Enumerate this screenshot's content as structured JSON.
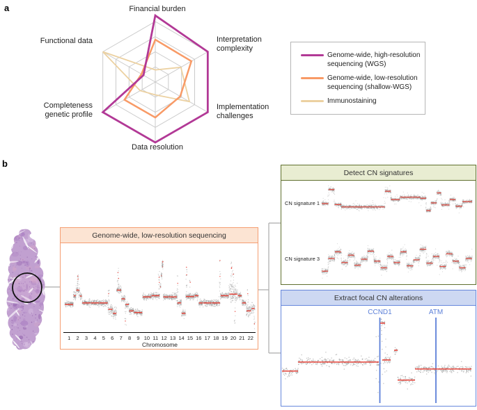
{
  "panel_a": {
    "label": "a"
  },
  "panel_b": {
    "label": "b"
  },
  "style": {
    "connector_color": "#ababab",
    "grid_color": "#cbcbcb",
    "point_color": "#8f8f8f",
    "segment_color": "#e8473d",
    "orange_box": {
      "border": "#f59e72",
      "header_fill": "#fce4d3"
    },
    "green_box": {
      "border": "#60702f",
      "header_fill": "#e9edd2"
    },
    "blue_box": {
      "border": "#6687dc",
      "header_fill": "#cdd8f2",
      "gene_line_color": "#5b7fd8"
    },
    "tissue": {
      "base": "#c1a0d0",
      "dark": "#a678bf",
      "darker": "#8c59a8",
      "light": "#dcc6e6",
      "pink": "#d4a6c8",
      "circle_color": "#111111"
    }
  },
  "chart_data": [
    {
      "type": "radar",
      "categories": [
        "Financial burden",
        "Interpretation\ncomplexity",
        "Implementation\nchallenges",
        "Data resolution",
        "Completeness\ngenetic profile",
        "Functional data"
      ],
      "max": 4,
      "rings": 4,
      "series": [
        {
          "name": "Genome-wide, high-resolution sequencing (WGS)",
          "color": "#b23996",
          "values": [
            4.4,
            4,
            4,
            4,
            4,
            0.9
          ]
        },
        {
          "name": "Genome-wide, low-resolution sequencing (shallow-WGS)",
          "color": "#f89a66",
          "values": [
            2.8,
            2.75,
            1.9,
            2.35,
            2.35,
            1.05
          ]
        },
        {
          "name": "Immunostaining",
          "color": "#ecd1a1",
          "values": [
            0.8,
            1.95,
            2.6,
            0.85,
            1.15,
            4
          ]
        }
      ]
    },
    {
      "type": "scatter",
      "id": "genome",
      "title": "Genome-wide, low-resolution sequencing",
      "xlabel": "Chromosome",
      "categories": [
        "1",
        "2",
        "3",
        "4",
        "5",
        "6",
        "7",
        "8",
        "9",
        "10",
        "11",
        "12",
        "13",
        "14",
        "15",
        "16",
        "17",
        "18",
        "19",
        "20",
        "21",
        "22"
      ],
      "chromosomes": [
        {
          "chr": "1",
          "segments": [
            [
              0,
              1,
              0.68
            ]
          ],
          "spikes": []
        },
        {
          "chr": "2",
          "sd": 0.05,
          "segments": [
            [
              0,
              0.3,
              0.57
            ],
            [
              0.3,
              0.72,
              0.5
            ],
            [
              0.72,
              1,
              0.575
            ]
          ],
          "spikes": [
            [
              0.5,
              0.3,
              18,
              2
            ]
          ]
        },
        {
          "chr": "3",
          "segments": [
            [
              0,
              1,
              0.66
            ]
          ],
          "spikes": []
        },
        {
          "chr": "4",
          "segments": [
            [
              0,
              1,
              0.66
            ]
          ],
          "spikes": []
        },
        {
          "chr": "5",
          "segments": [
            [
              0,
              1,
              0.66
            ]
          ],
          "spikes": []
        },
        {
          "chr": "6",
          "sd": 0.055,
          "segments": [
            [
              0,
              0.55,
              0.74
            ],
            [
              0.55,
              1,
              0.79
            ]
          ],
          "spikes": [
            [
              0.08,
              0.45,
              12,
              1
            ]
          ]
        },
        {
          "chr": "7",
          "segments": [
            [
              0,
              0.55,
              0.5
            ],
            [
              0.55,
              1,
              0.61
            ]
          ],
          "spikes": [
            [
              0.2,
              0.24,
              16,
              2
            ]
          ]
        },
        {
          "chr": "8",
          "segments": [
            [
              0,
              0.45,
              0.68
            ],
            [
              0.45,
              1,
              0.76
            ]
          ],
          "spikes": [
            [
              0.02,
              0.95,
              10,
              1
            ]
          ]
        },
        {
          "chr": "9",
          "segments": [
            [
              0,
              1,
              0.78
            ]
          ],
          "spikes": []
        },
        {
          "chr": "10",
          "segments": [
            [
              0,
              1,
              0.585
            ]
          ],
          "spikes": []
        },
        {
          "chr": "11",
          "segments": [
            [
              0,
              1,
              0.57
            ]
          ],
          "spikes": [
            [
              0.92,
              0.25,
              14,
              2
            ]
          ]
        },
        {
          "chr": "12",
          "segments": [
            [
              0,
              0.13,
              0.46
            ],
            [
              0.13,
              0.26,
              0.32
            ],
            [
              0.26,
              0.38,
              0.21
            ],
            [
              0.38,
              1,
              0.585
            ]
          ],
          "spikes": [
            [
              0.32,
              0.13,
              14,
              2
            ]
          ]
        },
        {
          "chr": "13",
          "segments": [
            [
              0,
              1,
              0.585
            ]
          ],
          "spikes": []
        },
        {
          "chr": "14",
          "segments": [
            [
              0,
              0.5,
              0.66
            ],
            [
              0.5,
              1,
              0.79
            ]
          ],
          "spikes": [
            [
              0.02,
              0.3,
              12,
              1
            ]
          ]
        },
        {
          "chr": "15",
          "segments": [
            [
              0,
              1,
              0.58
            ]
          ],
          "spikes": [
            [
              0.1,
              0.13,
              14,
              2
            ],
            [
              0.5,
              0.35,
              8,
              1
            ]
          ]
        },
        {
          "chr": "16",
          "segments": [
            [
              0,
              0.5,
              0.57
            ],
            [
              0.5,
              1,
              0.66
            ]
          ],
          "spikes": []
        },
        {
          "chr": "17",
          "segments": [
            [
              0,
              1,
              0.66
            ]
          ],
          "spikes": []
        },
        {
          "chr": "18",
          "segments": [
            [
              0,
              1,
              0.66
            ]
          ],
          "spikes": [
            [
              0.96,
              0.1,
              14,
              2
            ]
          ]
        },
        {
          "chr": "19",
          "segments": [
            [
              0,
              1,
              0.57
            ]
          ],
          "spikes": []
        },
        {
          "chr": "20",
          "sd": 0.1,
          "segments": [
            [
              0,
              1,
              0.55
            ]
          ],
          "spikes": [
            [
              0.3,
              0.1,
              14,
              2
            ],
            [
              0.7,
              0.95,
              10,
              1
            ],
            [
              0.5,
              0.25,
              10,
              1
            ]
          ]
        },
        {
          "chr": "21",
          "segments": [
            [
              0,
              0.5,
              0.57
            ],
            [
              0.5,
              1,
              0.66
            ]
          ],
          "spikes": []
        },
        {
          "chr": "22",
          "sd": 0.055,
          "segments": [
            [
              0,
              0.6,
              0.76
            ],
            [
              0.6,
              1,
              0.73
            ]
          ],
          "spikes": [
            [
              0.95,
              0.97,
              8,
              1
            ],
            [
              0.2,
              0.45,
              8,
              1
            ]
          ]
        }
      ]
    },
    {
      "type": "scatter",
      "id": "signatures",
      "title": "Detect CN signatures",
      "tracks": [
        {
          "label": "CN signature 1",
          "sd": 2.0,
          "segments": [
            [
              0,
              0.045,
              0.52
            ],
            [
              0.045,
              0.085,
              0.1
            ],
            [
              0.085,
              0.13,
              0.55
            ],
            [
              0.13,
              0.42,
              0.62
            ],
            [
              0.42,
              0.46,
              0.15
            ],
            [
              0.46,
              0.52,
              0.4
            ],
            [
              0.52,
              0.655,
              0.33
            ],
            [
              0.655,
              0.695,
              0.36
            ],
            [
              0.695,
              0.725,
              0.73
            ],
            [
              0.725,
              0.765,
              0.5
            ],
            [
              0.765,
              0.795,
              0.2
            ],
            [
              0.795,
              0.85,
              0.56
            ],
            [
              0.85,
              0.89,
              0.4
            ],
            [
              0.89,
              0.935,
              0.6
            ],
            [
              0.935,
              1,
              0.46
            ]
          ]
        },
        {
          "label": "CN signature 3",
          "sd": 3.0,
          "segments": [
            [
              0,
              0.043,
              0.88
            ],
            [
              0.043,
              0.087,
              0.5
            ],
            [
              0.087,
              0.13,
              0.3
            ],
            [
              0.13,
              0.174,
              0.62
            ],
            [
              0.174,
              0.217,
              0.4
            ],
            [
              0.217,
              0.261,
              0.7
            ],
            [
              0.261,
              0.304,
              0.52
            ],
            [
              0.304,
              0.348,
              0.28
            ],
            [
              0.348,
              0.391,
              0.58
            ],
            [
              0.391,
              0.435,
              0.78
            ],
            [
              0.435,
              0.478,
              0.44
            ],
            [
              0.478,
              0.522,
              0.62
            ],
            [
              0.522,
              0.565,
              0.3
            ],
            [
              0.565,
              0.609,
              0.72
            ],
            [
              0.609,
              0.652,
              0.54
            ],
            [
              0.652,
              0.696,
              0.22
            ],
            [
              0.696,
              0.739,
              0.64
            ],
            [
              0.739,
              0.783,
              0.44
            ],
            [
              0.783,
              0.826,
              0.74
            ],
            [
              0.826,
              0.87,
              0.36
            ],
            [
              0.87,
              0.913,
              0.58
            ],
            [
              0.913,
              0.957,
              0.78
            ],
            [
              0.957,
              1,
              0.5
            ]
          ]
        }
      ]
    },
    {
      "type": "scatter",
      "id": "focal",
      "title": "Extract focal CN alterations",
      "genes": [
        {
          "name": "CCND1",
          "x": 141.5
        },
        {
          "name": "ATM",
          "x": 222
        }
      ],
      "segments": [
        [
          1,
          24,
          94
        ],
        [
          24,
          140,
          81
        ],
        [
          142,
          149,
          25
        ],
        [
          145,
          157,
          78
        ],
        [
          162,
          167,
          64
        ],
        [
          167,
          192,
          107
        ],
        [
          192,
          273,
          91
        ]
      ]
    }
  ]
}
